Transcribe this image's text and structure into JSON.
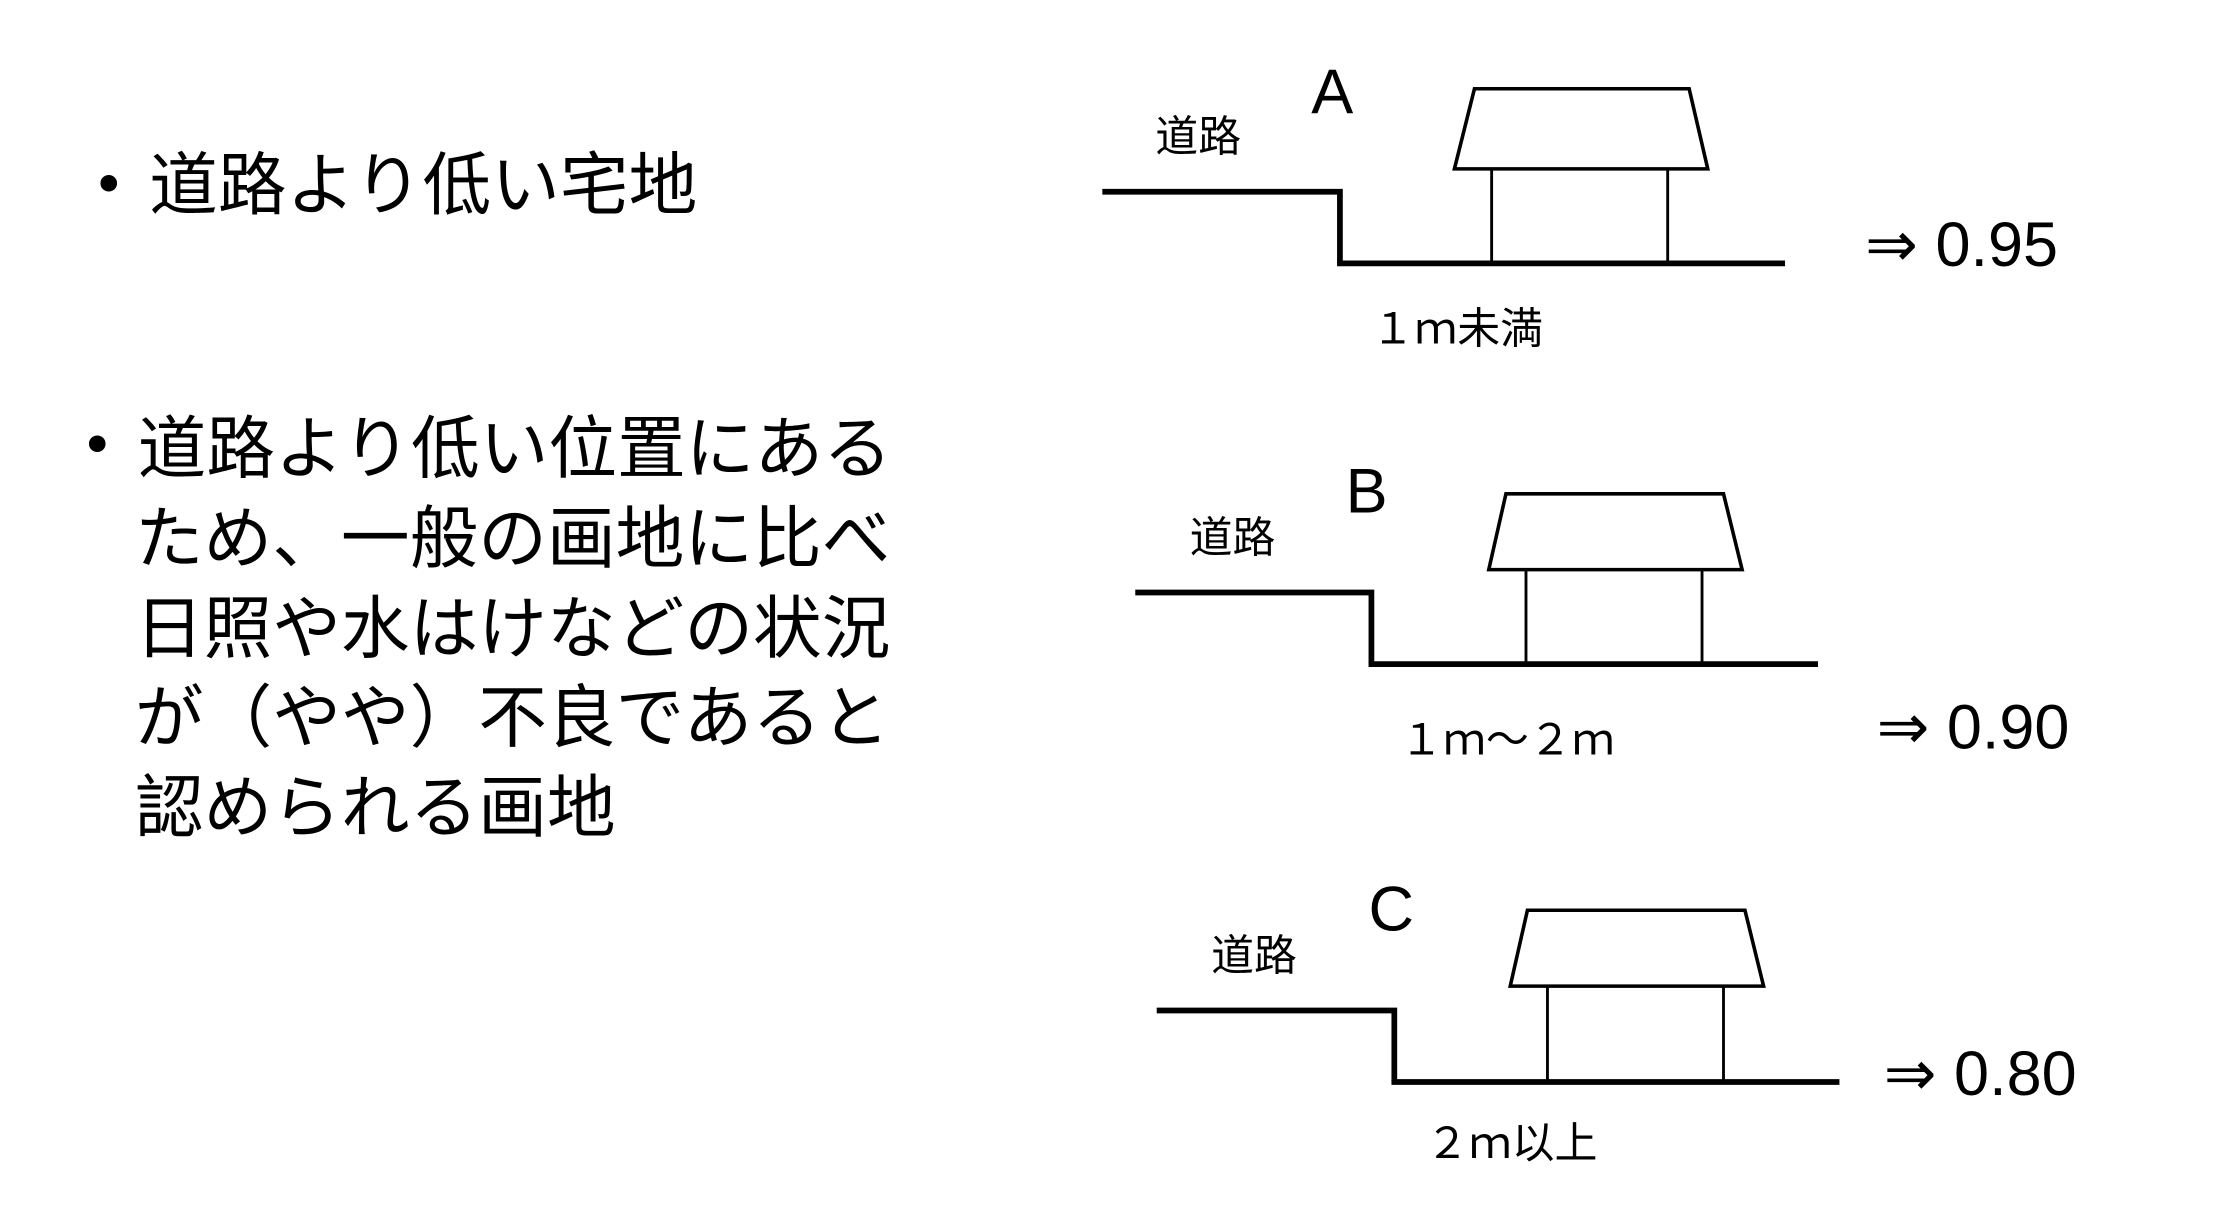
{
  "bullets": [
    {
      "lines": [
        "道路より低い宅地"
      ]
    },
    {
      "lines": [
        "道路より低い位置にある",
        "ため、一般の画地に比べ",
        "日照や水はけなどの状況",
        "が（やや）不良であると",
        "認められる画地"
      ]
    }
  ],
  "bullet_symbol": "•",
  "diagrams": [
    {
      "letter": "A",
      "road_label": "道路",
      "depth_label": "１ｍ未満",
      "result": "⇒ 0.95"
    },
    {
      "letter": "B",
      "road_label": "道路",
      "depth_label": "１ｍ～２ｍ",
      "result": "⇒ 0.90"
    },
    {
      "letter": "C",
      "road_label": "道路",
      "depth_label": "２ｍ以上",
      "result": "⇒ 0.80"
    }
  ]
}
